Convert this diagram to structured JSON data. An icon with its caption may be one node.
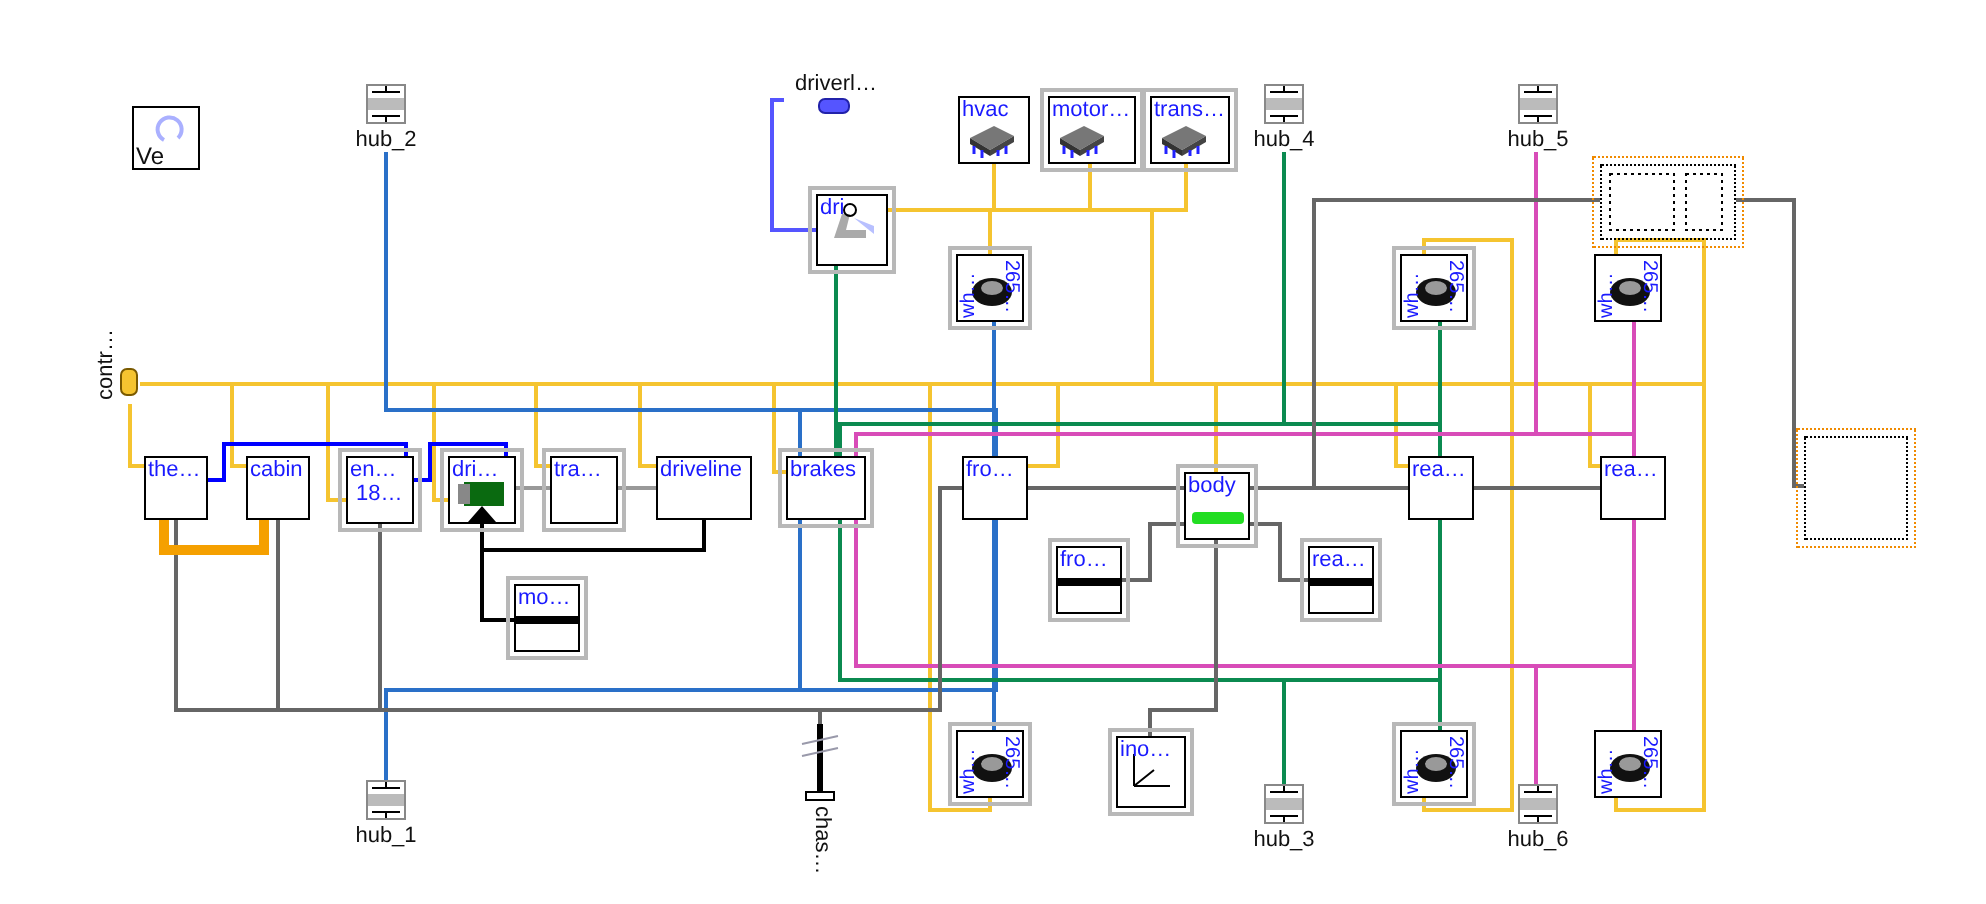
{
  "diagram": {
    "nodes": [
      {
        "text": [
          "Ve"
        ]
      },
      {
        "text": [
          "hub_2"
        ]
      },
      {
        "text": [
          "driverl…"
        ]
      },
      {
        "text": [
          "hvac"
        ]
      },
      {
        "text": [
          "motor…"
        ]
      },
      {
        "text": [
          "trans…"
        ]
      },
      {
        "text": [
          "hub_4"
        ]
      },
      {
        "text": [
          "hub_5"
        ]
      },
      {
        "text": [],
        "shape": "box"
      },
      {
        "text": [
          "dri"
        ]
      },
      {
        "text": [
          "wh…",
          "265…"
        ]
      },
      {
        "text": [
          "wh…",
          "265…"
        ]
      },
      {
        "text": [
          "wh…",
          "265…"
        ]
      },
      {
        "text": [
          "contr…"
        ]
      },
      {
        "text": [
          "the…"
        ]
      },
      {
        "text": [
          "cabin"
        ]
      },
      {
        "text": [
          "en…",
          "18…"
        ]
      },
      {
        "text": [
          "dri…"
        ]
      },
      {
        "text": [
          "tra…"
        ]
      },
      {
        "text": [
          "driveline"
        ]
      },
      {
        "text": [
          "brakes"
        ]
      },
      {
        "text": [
          "fro…"
        ]
      },
      {
        "text": [
          "body"
        ]
      },
      {
        "text": [
          "rea…"
        ]
      },
      {
        "text": [
          "rea…"
        ]
      },
      {
        "text": [],
        "shape": "box"
      },
      {
        "text": [
          "mo…"
        ]
      },
      {
        "text": [
          "fro…"
        ]
      },
      {
        "text": [
          "rea…"
        ]
      },
      {
        "text": [
          "hub_1"
        ]
      },
      {
        "text": [
          "chas…"
        ]
      },
      {
        "text": [
          "wh…",
          "265…"
        ]
      },
      {
        "text": [
          "ino…"
        ]
      },
      {
        "text": [
          "hub_3"
        ]
      },
      {
        "text": [
          "wh…",
          "265…"
        ]
      },
      {
        "text": [
          "hub_6"
        ]
      },
      {
        "text": [
          "wh…",
          "265…"
        ]
      }
    ],
    "edges": [
      {
        "from": 13,
        "to": 14,
        "arrow": "none"
      },
      {
        "from": 13,
        "to": 15,
        "arrow": "none"
      },
      {
        "from": 13,
        "to": 16,
        "arrow": "none"
      },
      {
        "from": 13,
        "to": 17,
        "arrow": "none"
      },
      {
        "from": 13,
        "to": 18,
        "arrow": "none"
      },
      {
        "from": 13,
        "to": 19,
        "arrow": "none"
      },
      {
        "from": 13,
        "to": 20,
        "arrow": "none"
      },
      {
        "from": 13,
        "to": 21,
        "arrow": "none"
      },
      {
        "from": 13,
        "to": 22,
        "arrow": "none"
      },
      {
        "from": 13,
        "to": 23,
        "arrow": "none"
      },
      {
        "from": 13,
        "to": 24,
        "arrow": "none"
      },
      {
        "from": 13,
        "to": 9,
        "arrow": "none"
      },
      {
        "from": 13,
        "to": 3,
        "arrow": "none"
      },
      {
        "from": 13,
        "to": 4,
        "arrow": "none"
      },
      {
        "from": 13,
        "to": 5,
        "arrow": "none"
      },
      {
        "from": 13,
        "to": 10,
        "arrow": "none"
      },
      {
        "from": 13,
        "to": 11,
        "arrow": "none"
      },
      {
        "from": 13,
        "to": 12,
        "arrow": "none"
      },
      {
        "from": 13,
        "to": 31,
        "arrow": "none"
      },
      {
        "from": 13,
        "to": 34,
        "arrow": "none"
      },
      {
        "from": 13,
        "to": 36,
        "arrow": "none"
      },
      {
        "from": 1,
        "to": 21,
        "arrow": "none",
        "color": "#2a70c8"
      },
      {
        "from": 10,
        "to": 21,
        "arrow": "none",
        "color": "#2a70c8"
      },
      {
        "from": 29,
        "to": 21,
        "arrow": "none",
        "color": "#2a70c8"
      },
      {
        "from": 31,
        "to": 21,
        "arrow": "none",
        "color": "#2a70c8"
      },
      {
        "from": 1,
        "to": 20,
        "arrow": "none",
        "color": "#2a70c8"
      },
      {
        "from": 29,
        "to": 20,
        "arrow": "none",
        "color": "#2a70c8"
      },
      {
        "from": 6,
        "to": 23,
        "arrow": "none",
        "color": "#0b8a50"
      },
      {
        "from": 11,
        "to": 23,
        "arrow": "none",
        "color": "#0b8a50"
      },
      {
        "from": 33,
        "to": 23,
        "arrow": "none",
        "color": "#0b8a50"
      },
      {
        "from": 34,
        "to": 23,
        "arrow": "none",
        "color": "#0b8a50"
      },
      {
        "from": 6,
        "to": 20,
        "arrow": "none",
        "color": "#0b8a50"
      },
      {
        "from": 33,
        "to": 20,
        "arrow": "none",
        "color": "#0b8a50"
      },
      {
        "from": 7,
        "to": 24,
        "arrow": "none",
        "color": "#d84cb8"
      },
      {
        "from": 12,
        "to": 24,
        "arrow": "none",
        "color": "#d84cb8"
      },
      {
        "from": 35,
        "to": 24,
        "arrow": "none",
        "color": "#d84cb8"
      },
      {
        "from": 36,
        "to": 24,
        "arrow": "none",
        "color": "#d84cb8"
      },
      {
        "from": 7,
        "to": 20,
        "arrow": "none",
        "color": "#d84cb8"
      },
      {
        "from": 35,
        "to": 20,
        "arrow": "none",
        "color": "#d84cb8"
      },
      {
        "from": 14,
        "to": 15,
        "arrow": "none",
        "color": "#666666"
      },
      {
        "from": 16,
        "to": 15,
        "arrow": "none",
        "color": "#666666"
      },
      {
        "from": 30,
        "to": 15,
        "arrow": "none",
        "color": "#666666"
      },
      {
        "from": 21,
        "to": 30,
        "arrow": "none",
        "color": "#666666"
      },
      {
        "from": 22,
        "to": 21,
        "arrow": "none",
        "color": "#666666"
      },
      {
        "from": 27,
        "to": 22,
        "arrow": "none",
        "color": "#666666"
      },
      {
        "from": 22,
        "to": 23,
        "arrow": "none",
        "color": "#666666"
      },
      {
        "from": 22,
        "to": 28,
        "arrow": "none",
        "color": "#666666"
      },
      {
        "from": 23,
        "to": 24,
        "arrow": "none",
        "color": "#666666"
      },
      {
        "from": 22,
        "to": 32,
        "arrow": "none",
        "color": "#666666"
      },
      {
        "from": 8,
        "to": 25,
        "arrow": "none",
        "color": "#666666"
      },
      {
        "from": 22,
        "to": 8,
        "arrow": "none",
        "color": "#666666"
      },
      {
        "from": 17,
        "to": 18,
        "arrow": "none",
        "color": "#999999"
      },
      {
        "from": 18,
        "to": 19,
        "arrow": "none",
        "color": "#999999"
      },
      {
        "from": 17,
        "to": 26,
        "arrow": "none",
        "color": "#000000"
      },
      {
        "from": 19,
        "to": 26,
        "arrow": "none",
        "color": "#000000"
      },
      {
        "from": 14,
        "to": 16,
        "arrow": "none",
        "color": "#0000ff"
      },
      {
        "from": 16,
        "to": 17,
        "arrow": "none",
        "color": "#0000ff"
      },
      {
        "from": 2,
        "to": 9,
        "arrow": "none",
        "color": "#5555ff"
      },
      {
        "from": 14,
        "to": 15,
        "arrow": "none",
        "style": "thick",
        "color": "#f5a000"
      },
      {
        "from": 9,
        "to": 20,
        "arrow": "none",
        "color": "#0b8a50"
      }
    ]
  }
}
